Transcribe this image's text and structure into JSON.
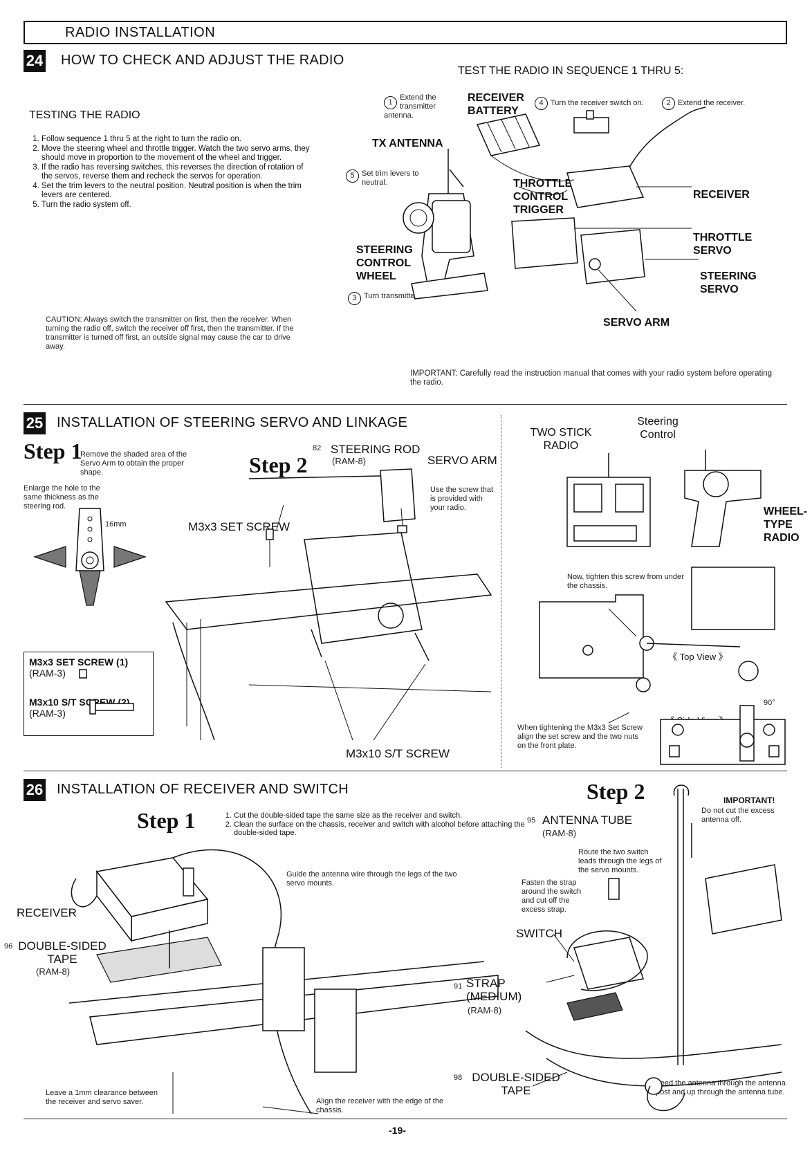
{
  "header": {
    "title": "RADIO INSTALLATION"
  },
  "s24": {
    "num": "24",
    "title": "HOW TO CHECK AND ADJUST THE RADIO",
    "test_title": "TEST THE RADIO IN SEQUENCE 1 THRU 5:",
    "testing_title": "TESTING THE RADIO",
    "steps": [
      "Follow sequence 1 thru 5 at the right to turn the radio on.",
      "Move the steering wheel and throttle trigger. Watch the two servo arms, they should move in proportion to the movement of the wheel and trigger.",
      "If the radio has reversing switches, this reverses the direction of rotation of the servos, reverse them and recheck the servos for operation.",
      "Set the trim levers to the neutral position. Neutral position is when the trim levers are centered.",
      "Turn the radio system off."
    ],
    "caution": "CAUTION: Always switch the transmitter on first, then the receiver. When turning the radio off, switch the receiver off first, then the transmitter. If the transmitter is turned off first, an outside signal may cause the car to drive away.",
    "n1": "1",
    "seq1": "Extend the transmitter antenna.",
    "n2": "2",
    "seq2": "Extend the receiver.",
    "n3": "3",
    "seq3": "Turn transmitter on",
    "n4": "4",
    "seq4": "Turn the receiver switch on.",
    "n5": "5",
    "seq5": "Set trim levers to neutral.",
    "tx_antenna": "TX ANTENNA",
    "receiver_battery": "RECEIVER BATTERY",
    "throttle_control_trigger": "THROTTLE CONTROL TRIGGER",
    "receiver": "RECEIVER",
    "throttle_servo": "THROTTLE SERVO",
    "steering_servo": "STEERING SERVO",
    "steering_control_wheel": "STEERING CONTROL WHEEL",
    "servo_arm": "SERVO ARM",
    "important": "IMPORTANT: Carefully read the instruction manual that comes with your radio system before operating the radio."
  },
  "s25": {
    "num": "25",
    "title": "INSTALLATION OF STEERING SERVO AND LINKAGE",
    "step1": "Step 1",
    "step1_text": "Remove the shaded area of the Servo Arm to obtain the proper shape.",
    "enlarge": "Enlarge the hole to the same thickness as the steering rod.",
    "dim": "16mm",
    "step2": "Step 2",
    "part82": "82",
    "steering_rod": "STEERING ROD",
    "steering_rod_code": "(RAM-8)",
    "servo_arm": "SERVO ARM",
    "use_screw": "Use the screw that is provided with your radio.",
    "set_screw": "M3x3 SET SCREW",
    "st_screw": "M3x10 S/T SCREW",
    "parts1_name": "M3x3 SET SCREW (1)",
    "parts1_code": "(RAM-3)",
    "parts2_name": "M3x10 S/T SCREW (2)",
    "parts2_code": "(RAM-3)",
    "two_stick": "TWO STICK RADIO",
    "steering_control": "Steering Control",
    "wheel_type": "WHEEL-TYPE RADIO",
    "tighten": "Now, tighten this screw from under the chassis.",
    "top_view": "《 Top View 》",
    "side_view": "《 Side View 》",
    "deg": "90°",
    "tighten2": "When tightening the M3x3 Set Screw align the set screw and the two nuts on the front plate."
  },
  "s26": {
    "num": "26",
    "title": "INSTALLATION OF RECEIVER AND SWITCH",
    "step1": "Step 1",
    "step1_items": [
      "Cut the double-sided tape the same size as the receiver and switch.",
      "Clean the surface on the chassis, receiver and switch with alcohol before attaching the double-sided tape."
    ],
    "step2": "Step 2",
    "guide": "Guide the antenna wire through the legs of the two servo mounts.",
    "receiver": "RECEIVER",
    "part96": "96",
    "dbl_tape": "DOUBLE-SIDED TAPE",
    "dbl_code": "(RAM-8)",
    "clearance": "Leave a 1mm clearance between the receiver and servo saver.",
    "align": "Align the receiver with the edge of the chassis.",
    "part95": "95",
    "antenna_tube": "ANTENNA TUBE",
    "antenna_code": "(RAM-8)",
    "important": "IMPORTANT!",
    "important_text": "Do not cut the excess antenna off.",
    "route": "Route the two switch leads through the legs of the servo mounts.",
    "fasten": "Fasten the strap around the switch and cut off the excess strap.",
    "switch": "SWITCH",
    "part91": "91",
    "strap": "STRAP (MEDIUM)",
    "strap_code": "(RAM-8)",
    "part98": "98",
    "dbl_tape2": "DOUBLE-SIDED TAPE",
    "feed": "Feed the antenna through the antenna post and up through the antenna tube."
  },
  "footer": {
    "page": "-19-"
  }
}
